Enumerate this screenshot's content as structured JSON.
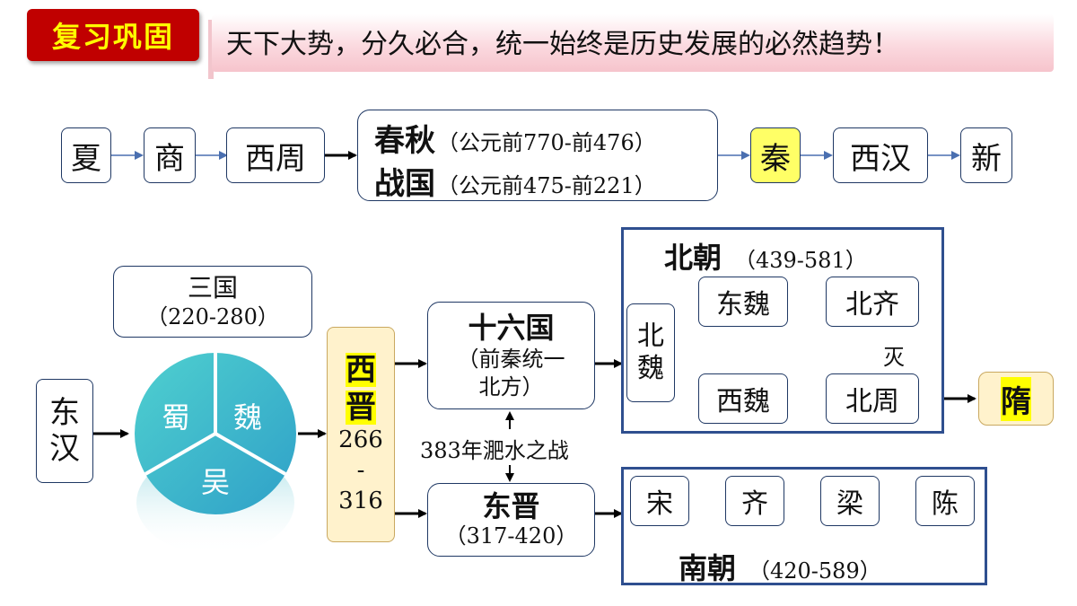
{
  "header": {
    "badge": "复习巩固",
    "motto": "天下大势，分久必合，统一始终是历史发展的必然趋势！"
  },
  "timeline": {
    "xia": "夏",
    "shang": "商",
    "xizhou": "西周",
    "chunqiu": "春秋",
    "chunqiu_dates": "（公元前770-前476）",
    "zhanguo": "战国",
    "zhanguo_dates": "（公元前475-前221）",
    "qin": "秦",
    "xihan": "西汉",
    "xin": "新"
  },
  "three_kingdoms": {
    "title": "三国",
    "dates": "（220-280）",
    "shu": "蜀",
    "wei": "魏",
    "wu": "吴"
  },
  "donghan": {
    "line1": "东",
    "line2": "汉"
  },
  "xijin": {
    "line1": "西",
    "line2": "晋",
    "start": "266",
    "dash": "-",
    "end": "316"
  },
  "sixteen": {
    "title": "十六国",
    "note_line1": "（前秦统一",
    "note_line2": "北方）"
  },
  "battle": "383年淝水之战",
  "dongjin": {
    "title": "东晋",
    "dates": "（317-420）"
  },
  "northern": {
    "title": "北朝",
    "dates": "（439-581）",
    "beiwei1": "北",
    "beiwei2": "魏",
    "dongwei": "东魏",
    "beiqi": "北齐",
    "xiwei": "西魏",
    "beizhou": "北周",
    "mie": "灭"
  },
  "sui": "隋",
  "southern": {
    "title": "南朝",
    "dates": "（420-589）",
    "song": "宋",
    "qi": "齐",
    "liang": "梁",
    "chen": "陈"
  },
  "colors": {
    "badge_bg": "#c00000",
    "badge_text": "#ffff00",
    "highlight": "#ffff66",
    "border": "#1f3864",
    "pie": "#3cc0c4"
  }
}
